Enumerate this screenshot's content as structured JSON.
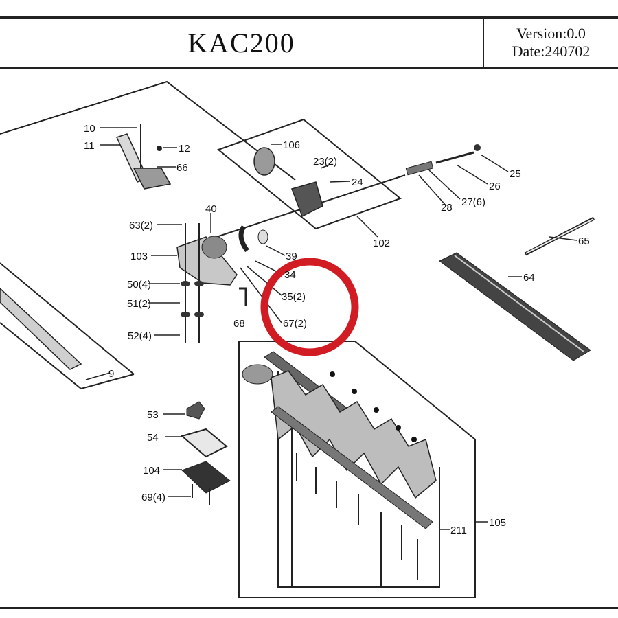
{
  "header": {
    "model": "KAC200",
    "version": "Version:0.0",
    "date": "Date:240702"
  },
  "colors": {
    "line": "#222222",
    "highlight": "#d01c22",
    "part_fill": "#d9d9d9"
  },
  "highlight_shape": "red-circle",
  "part_labels": {
    "p10": "10",
    "p11": "11",
    "p12": "12",
    "p66": "66",
    "p106": "106",
    "p23": "23(2)",
    "p24": "24",
    "p25": "25",
    "p26": "26",
    "p27": "27(6)",
    "p28": "28",
    "p102": "102",
    "p65": "65",
    "p40": "40",
    "p63": "63(2)",
    "p103": "103",
    "p39": "39",
    "p34": "34",
    "p50": "50(4)",
    "p35": "35(2)",
    "p51": "51(2)",
    "p67": "67(2)",
    "p68": "68",
    "p52": "52(4)",
    "p64": "64",
    "p9": "9",
    "p53": "53",
    "p54": "54",
    "p104": "104",
    "p69": "69(4)",
    "p211": "211",
    "p105": "105"
  }
}
